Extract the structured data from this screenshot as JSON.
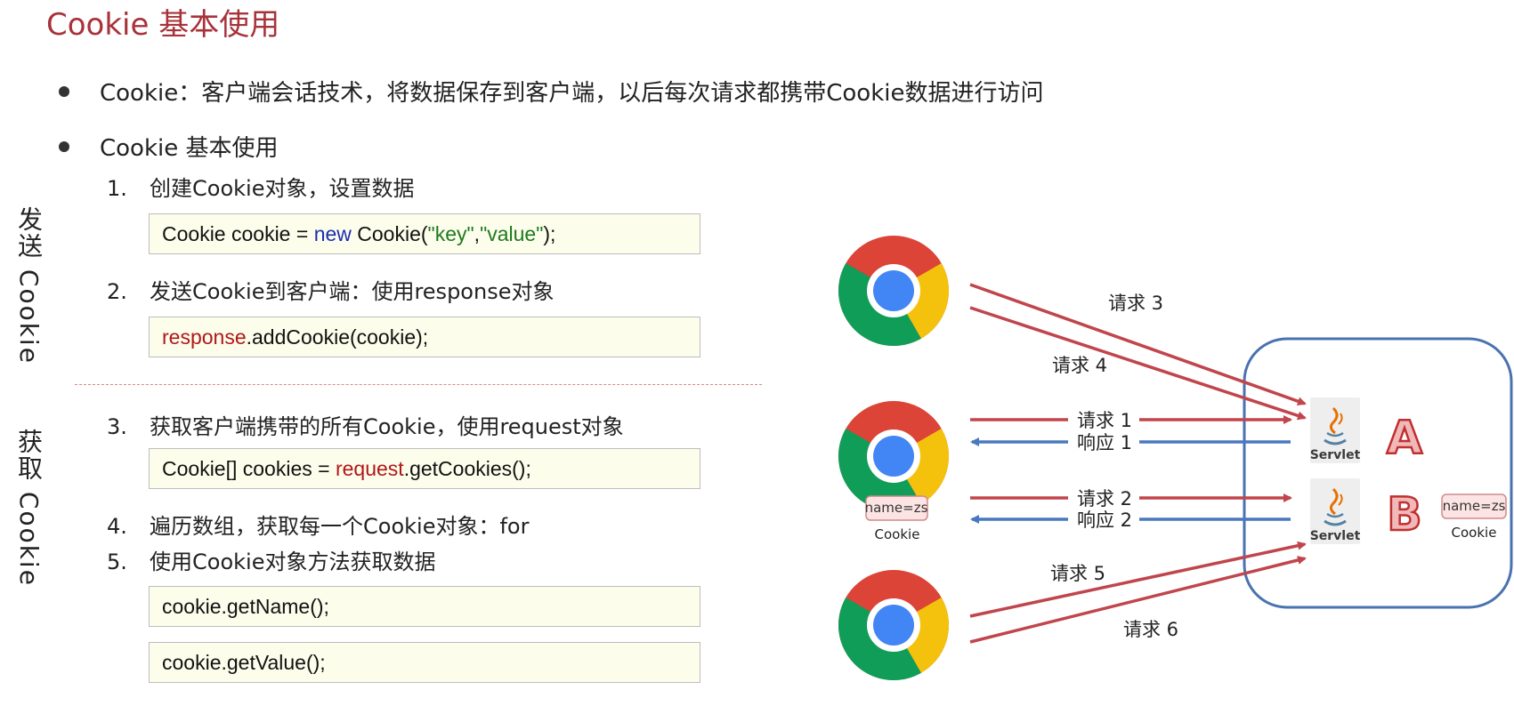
{
  "title": "Cookie 基本使用",
  "bullets": [
    "Cookie：客户端会话技术，将数据保存到客户端，以后每次请求都携带Cookie数据进行访问",
    "Cookie 基本使用"
  ],
  "side_labels": {
    "send": "发送 Cookie",
    "get": "获取 Cookie"
  },
  "steps": [
    {
      "num": "1.",
      "text": "创建Cookie对象，设置数据"
    },
    {
      "num": "2.",
      "text": "发送Cookie到客户端：使用response对象"
    },
    {
      "num": "3.",
      "text": "获取客户端携带的所有Cookie，使用request对象"
    },
    {
      "num": "4.",
      "text": "遍历数组，获取每一个Cookie对象：for"
    },
    {
      "num": "5.",
      "text": "使用Cookie对象方法获取数据"
    }
  ],
  "code": {
    "line1": {
      "a": "Cookie cookie = ",
      "b": "new",
      "c": " Cookie(",
      "d": "\"key\"",
      "e": ",",
      "f": "\"value\"",
      "g": ");"
    },
    "line2": {
      "a": "response",
      "b": ".addCookie(cookie);"
    },
    "line3": {
      "a": "Cookie[] cookies = ",
      "b": "request",
      "c": ".getCookies();"
    },
    "line4": "cookie.getName();",
    "line5": "cookie.getValue();"
  },
  "diagram": {
    "requests": {
      "r1": "请求 1",
      "p1": "响应 1",
      "r2": "请求 2",
      "p2": "响应 2",
      "r3": "请求 3",
      "r4": "请求 4",
      "r5": "请求 5",
      "r6": "请求 6"
    },
    "servlet_label": "Servlet",
    "server_a": "A",
    "server_b": "B",
    "cookie_tag": "name=zs",
    "cookie_caption": "Cookie"
  },
  "colors": {
    "title": "#a8323a",
    "request_arrow": "#c0454c",
    "response_arrow": "#4a78c0",
    "server_border": "#4a72b0"
  }
}
